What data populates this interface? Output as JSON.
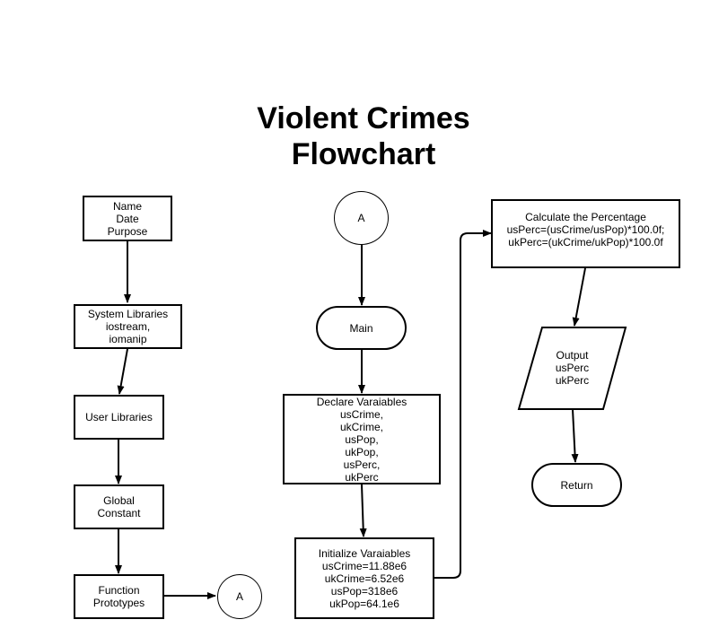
{
  "title": [
    "Violent Crimes",
    "Flowchart"
  ],
  "nodes": {
    "header_box": [
      "Name",
      "Date",
      "Purpose"
    ],
    "system_libraries": [
      "System Libraries",
      "iostream,",
      "iomanip"
    ],
    "user_libraries": [
      "User Libraries"
    ],
    "global_constant": [
      "Global",
      "Constant"
    ],
    "function_prototypes": [
      "Function",
      "Prototypes"
    ],
    "connector_out": [
      "A"
    ],
    "connector_in": [
      "A"
    ],
    "main": [
      "Main"
    ],
    "declare_variables": [
      "Declare Varaiables",
      "usCrime,",
      "ukCrime,",
      "usPop,",
      "ukPop,",
      "usPerc,",
      "ukPerc"
    ],
    "initialize_variables": [
      "Initialize Varaiables",
      "usCrime=11.88e6",
      "ukCrime=6.52e6",
      "usPop=318e6",
      "ukPop=64.1e6"
    ],
    "calculate_percentage": [
      "Calculate the Percentage",
      "usPerc=(usCrime/usPop)*100.0f;",
      "ukPerc=(ukCrime/ukPop)*100.0f"
    ],
    "output": [
      "Output",
      "usPerc",
      "ukPerc"
    ],
    "return": [
      "Return"
    ]
  }
}
